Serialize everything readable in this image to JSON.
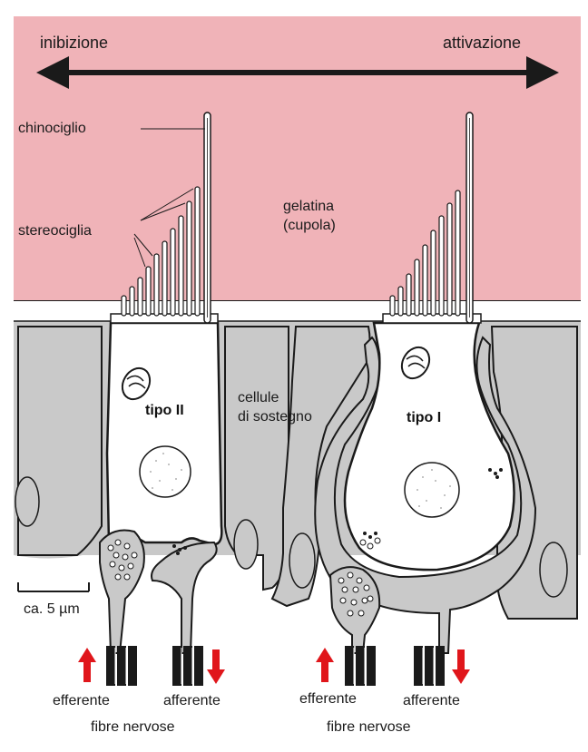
{
  "labels": {
    "inhibition": "inibizione",
    "activation": "attivazione",
    "kinocilium": "chinociglio",
    "stereocilia": "stereociglia",
    "gel_line1": "gelatina",
    "gel_line2": "(cupola)",
    "type2": "tipo II",
    "type1": "tipo I",
    "support_line1": "cellule",
    "support_line2": "di sostegno",
    "scale": "ca. 5 µm",
    "efferent_left": "efferente",
    "afferent_left": "afferente",
    "efferent_right": "efferente",
    "afferent_right": "afferente",
    "fibers_left": "fibre nervose",
    "fibers_right": "fibre nervose"
  },
  "colors": {
    "cupula": "#f0b3b8",
    "tissue": "#c9c9c9",
    "cell_fill": "#ffffff",
    "outline": "#1a1a1a",
    "arrow_red": "#e0161b",
    "background": "#ffffff"
  }
}
